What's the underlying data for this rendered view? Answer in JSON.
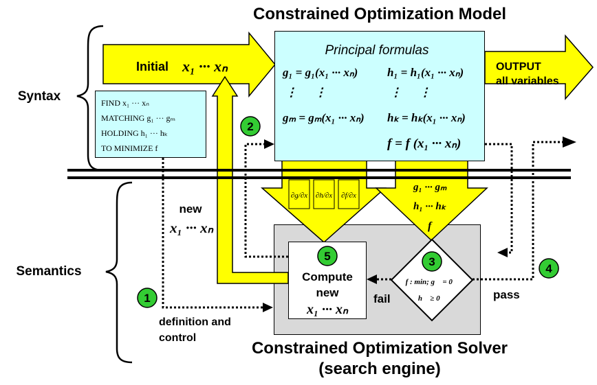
{
  "title": "Constrained Optimization Model",
  "solver_title_line1": "Constrained Optimization Solver",
  "solver_title_line2": "(search engine)",
  "syntax_label": "Syntax",
  "semantics_label": "Semantics",
  "initial_label": "Initial",
  "initial_vars": "x₁ ··· xₙ",
  "output_line1": "OUTPUT",
  "output_line2": "all variables",
  "principal_formulas": "Principal formulas",
  "formulas": {
    "g1": "g₁ = g₁(x₁ ··· xₙ)",
    "h1": "h₁ = h₁(x₁ ··· xₙ)",
    "dots_g": "⋮      ⋮",
    "dots_h": "⋮      ⋮",
    "gm": "gₘ = gₘ(x₁ ··· xₙ)",
    "hk": "hₖ = hₖ(x₁ ··· xₙ)",
    "f": "f = f (x₁ ··· xₙ)"
  },
  "find_box": {
    "line1": "FIND x₁ ··· xₙ",
    "line2": "MATCHING g₁ ··· gₘ",
    "line3": "HOLDING h₁ ··· hₖ",
    "line4": "TO MINIMIZE f"
  },
  "derivatives": {
    "dg": "∂g/∂x",
    "dh": "∂h/∂x",
    "df": "∂f/∂x"
  },
  "right_arrow_labels": {
    "g": "g₁ ··· gₘ",
    "h": "h₁ ··· hₖ",
    "f": "f"
  },
  "new_label": "new",
  "new_vars": "x₁ ··· xₙ",
  "compute_line1": "Compute",
  "compute_line2": "new",
  "compute_vars": "x₁ ··· xₙ",
  "decision_line1": "f : min;  g⃗ = 0⃗",
  "decision_line2": "h⃗ ≥ 0⃗",
  "fail_label": "fail",
  "pass_label": "pass",
  "definition_line1": "definition and",
  "definition_line2": "control",
  "markers": [
    "1",
    "2",
    "3",
    "4",
    "5"
  ],
  "colors": {
    "yellow": "#ffff00",
    "cyan_box": "#ccffff",
    "solver_gray": "#d9d9d9",
    "marker_green": "#33cc33"
  }
}
